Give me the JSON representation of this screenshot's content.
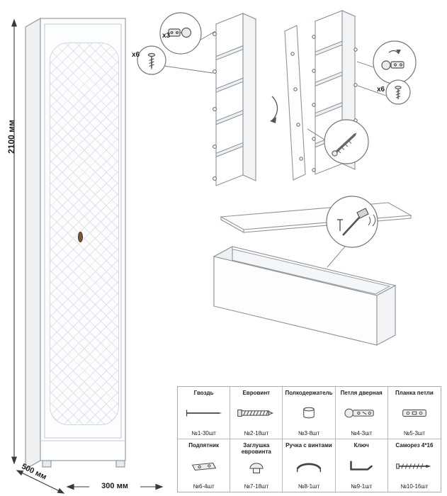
{
  "sheet": {
    "background": "#ffffff",
    "line_color": "#8d949b",
    "text_color": "#1d1d1d"
  },
  "dimensions": {
    "height": "2100 мм",
    "depth": "500 мм",
    "width": "300 мм"
  },
  "callouts": {
    "hinge_count": "x3",
    "screw_count_left": "x6",
    "screw_count_right": "x6"
  },
  "parts_table": {
    "items": [
      {
        "name": "Гвоздь",
        "count": "№1-30шт",
        "icon": "nail-icon"
      },
      {
        "name": "Евровинт",
        "count": "№2-18шт",
        "icon": "euro-screw-icon"
      },
      {
        "name": "Полкодержатель",
        "count": "№3-8шт",
        "icon": "shelf-pin-icon"
      },
      {
        "name": "Петля дверная",
        "count": "№4-3шт",
        "icon": "door-hinge-icon"
      },
      {
        "name": "Планка петли",
        "count": "№5-3шт",
        "icon": "hinge-plate-icon"
      },
      {
        "name": "Подпятник",
        "count": "№6-4шт",
        "icon": "foot-icon"
      },
      {
        "name": "Заглушка евровинта",
        "count": "№7-18шт",
        "icon": "screw-cap-icon"
      },
      {
        "name": "Ручка с винтами",
        "count": "№8-1шт",
        "icon": "handle-icon"
      },
      {
        "name": "Ключ",
        "count": "№9-1шт",
        "icon": "key-icon"
      },
      {
        "name": "Саморез 4*16",
        "count": "№10-16шт",
        "icon": "screw-icon"
      }
    ]
  }
}
